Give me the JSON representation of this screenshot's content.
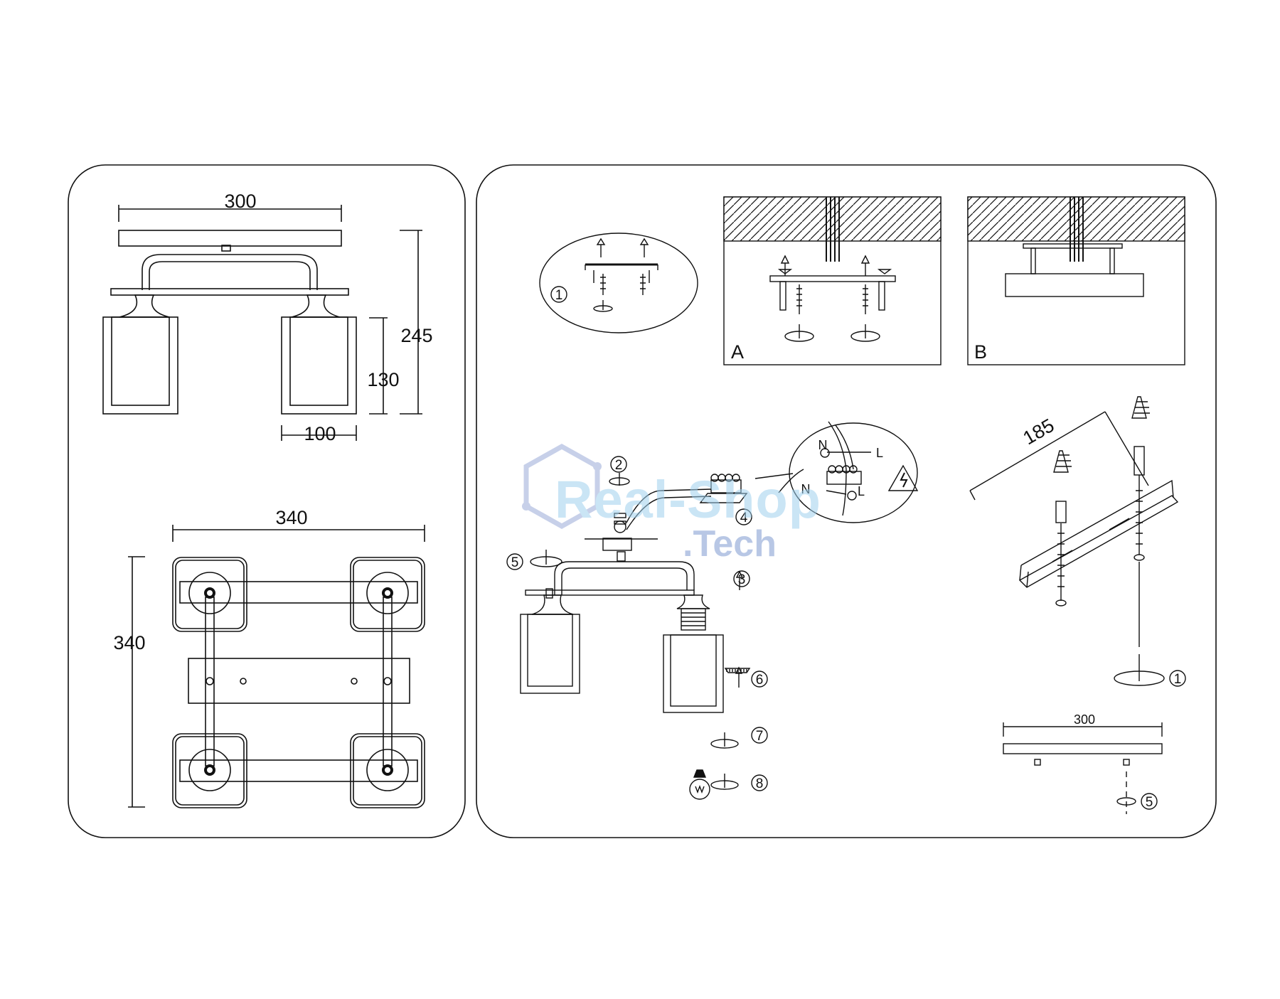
{
  "left_panel": {
    "front_view": {
      "width_label": "300",
      "height_label": "245",
      "shade_height_label": "130",
      "shade_width_label": "100"
    },
    "top_view": {
      "width_label": "340",
      "depth_label": "340"
    }
  },
  "right_panel": {
    "detail_callout": {
      "step_label": "1"
    },
    "ceiling_view_a": {
      "label": "A"
    },
    "ceiling_view_b": {
      "label": "B"
    },
    "assembly": {
      "step_2": "2",
      "step_3": "3",
      "step_4": "4",
      "step_5": "5",
      "step_6": "6",
      "step_7": "7",
      "step_8": "8"
    },
    "wiring_callout": {
      "neutral_top": "N",
      "live_top": "L",
      "neutral_bottom": "N",
      "live_bottom": "L"
    },
    "mounting_bar": {
      "length_label": "185",
      "step_label": "1"
    },
    "base_plate": {
      "width_label": "300",
      "step_label": "5"
    }
  },
  "watermark": {
    "main": "Real-Shop",
    "sub": ".Tech"
  },
  "colors": {
    "line": "#111111",
    "watermark_light": "#9fd0ee",
    "watermark_dark": "#7f9ad0"
  }
}
